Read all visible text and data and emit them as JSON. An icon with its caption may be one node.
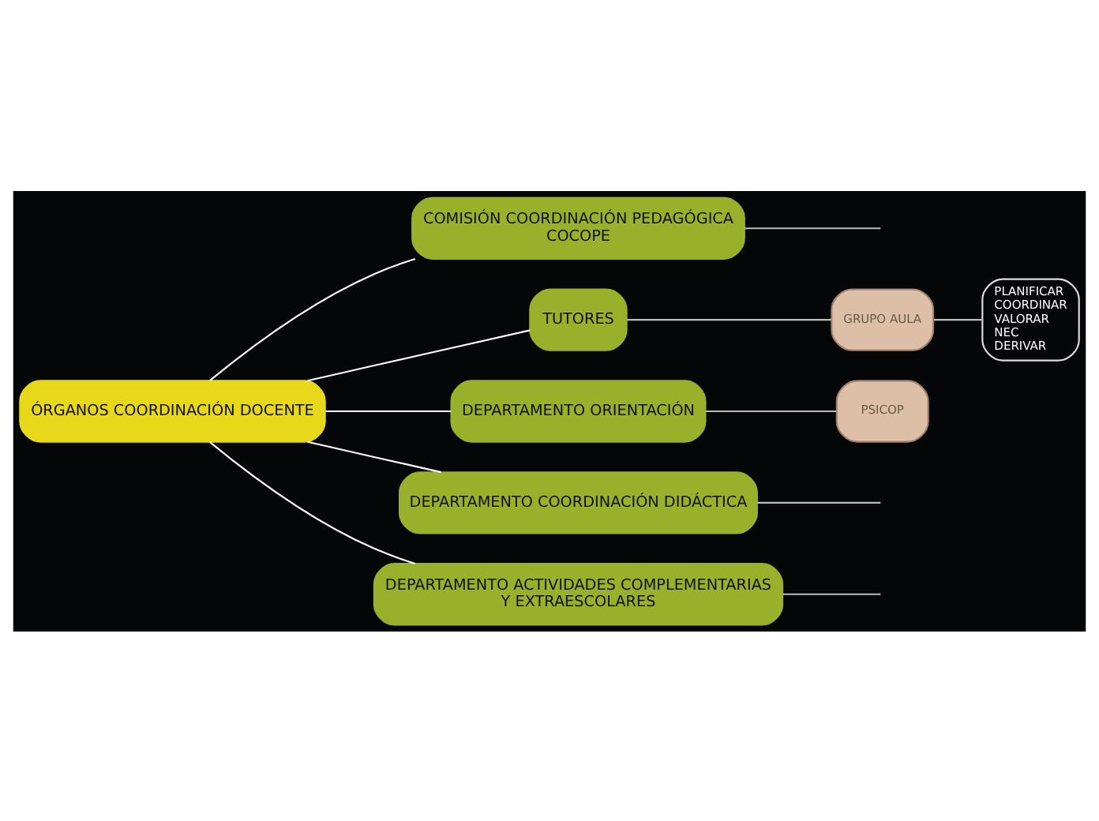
{
  "diagram": {
    "nodes": [
      {
        "text": [
          "ÓRGANOS COORDINACIÓN DOCENTE"
        ]
      },
      {
        "text": [
          "COMISIÓN COORDINACIÓN PEDAGÓGICA COCOPE"
        ]
      },
      {
        "text": [
          "TUTORES"
        ]
      },
      {
        "text": [
          "GRUPO AULA"
        ]
      },
      {
        "text": [
          "PLANIFICAR COORDINAR VALORAR NEC DERIVAR"
        ]
      },
      {
        "text": [
          "DEPARTAMENTO ORIENTACIÓN"
        ]
      },
      {
        "text": [
          "PSICOP"
        ]
      },
      {
        "text": [
          "DEPARTAMENTO COORDINACIÓN DIDÁCTICA"
        ]
      },
      {
        "text": [
          "DEPARTAMENTO ACTIVIDADES COMPLEMENTARIAS Y EXTRAESCOLARES"
        ]
      }
    ],
    "edges": [
      {
        "from": 0,
        "to": 1,
        "arrow": "none"
      },
      {
        "from": 0,
        "to": 2,
        "arrow": "none"
      },
      {
        "from": 0,
        "to": 5,
        "arrow": "none"
      },
      {
        "from": 0,
        "to": 7,
        "arrow": "none"
      },
      {
        "from": 0,
        "to": 8,
        "arrow": "none"
      },
      {
        "from": 2,
        "to": 3,
        "arrow": "none"
      },
      {
        "from": 3,
        "to": 4,
        "arrow": "none"
      },
      {
        "from": 5,
        "to": 6,
        "arrow": "none"
      },
      {
        "from": 1,
        "to": null,
        "arrow": "none"
      },
      {
        "from": 7,
        "to": null,
        "arrow": "none"
      },
      {
        "from": 8,
        "to": null,
        "arrow": "none"
      }
    ]
  }
}
